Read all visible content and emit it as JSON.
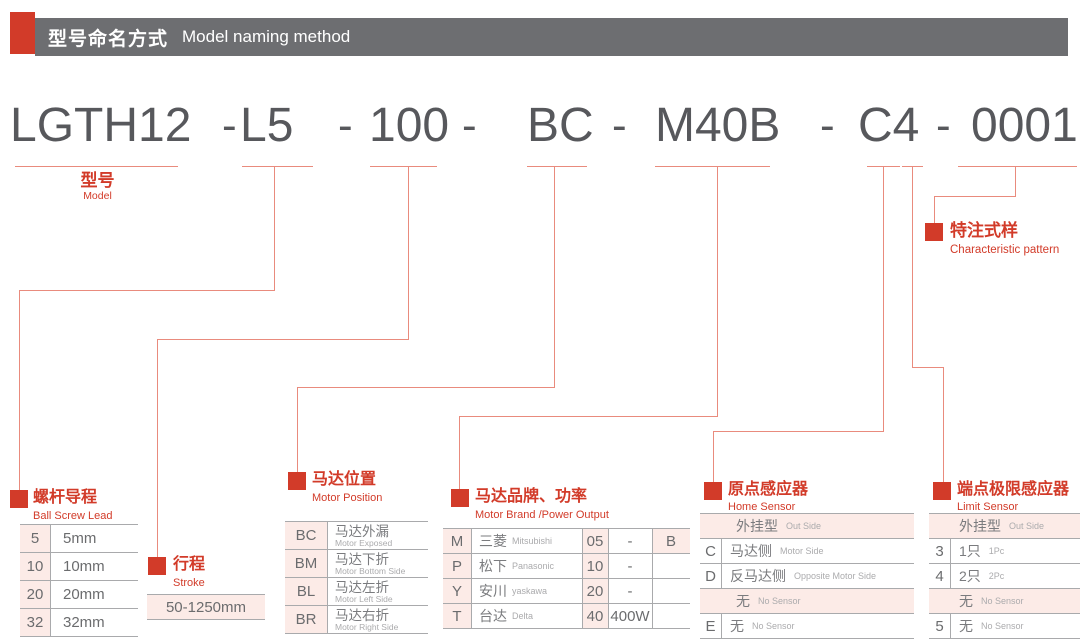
{
  "colors": {
    "brand_red": "#d23b29",
    "connector_salmon": "#e98b7d",
    "cell_pink": "#fcebe7",
    "header_bar_gray": "#6d6e71",
    "model_text_gray": "#57585c",
    "table_text_gray": "#6b6c6e",
    "small_text_gray": "#ababad",
    "table_line_gray": "#a9aaac"
  },
  "header": {
    "title_zh": "型号命名方式",
    "title_en": "Model naming method"
  },
  "model": {
    "separator": "-",
    "segments": [
      "LGTH12",
      "L5",
      "100",
      "BC",
      "M40B",
      "C4",
      "0001"
    ],
    "label_zh": "型号",
    "label_en": "Model"
  },
  "characteristic": {
    "label_zh": "特注式样",
    "label_en": "Characteristic pattern"
  },
  "ball_screw_lead": {
    "label_zh": "螺杆导程",
    "label_en": "Ball Screw Lead",
    "rows": [
      {
        "code": "5",
        "value": "5mm"
      },
      {
        "code": "10",
        "value": "10mm"
      },
      {
        "code": "20",
        "value": "20mm"
      },
      {
        "code": "32",
        "value": "32mm"
      }
    ]
  },
  "stroke": {
    "label_zh": "行程",
    "label_en": "Stroke",
    "value": "50-1250mm"
  },
  "motor_position": {
    "label_zh": "马达位置",
    "label_en": "Motor Position",
    "rows": [
      {
        "code": "BC",
        "zh": "马达外漏",
        "en": "Motor Exposed"
      },
      {
        "code": "BM",
        "zh": "马达下折",
        "en": "Motor Bottom Side"
      },
      {
        "code": "BL",
        "zh": "马达左折",
        "en": "Motor Left Side"
      },
      {
        "code": "BR",
        "zh": "马达右折",
        "en": "Motor Right Side"
      }
    ]
  },
  "motor_brand": {
    "label_zh": "马达品牌、功率",
    "label_en": "Motor Brand /Power Output",
    "rows": [
      {
        "code": "M",
        "brand_zh": "三菱",
        "brand_en": "Mitsubishi",
        "power_code": "05",
        "power": "-",
        "suffix": "B"
      },
      {
        "code": "P",
        "brand_zh": "松下",
        "brand_en": "Panasonic",
        "power_code": "10",
        "power": "-",
        "suffix": ""
      },
      {
        "code": "Y",
        "brand_zh": "安川",
        "brand_en": "yaskawa",
        "power_code": "20",
        "power": "-",
        "suffix": ""
      },
      {
        "code": "T",
        "brand_zh": "台达",
        "brand_en": "Delta",
        "power_code": "40",
        "power": "400W",
        "suffix": ""
      }
    ]
  },
  "home_sensor": {
    "label_zh": "原点感应器",
    "label_en": "Home Sensor",
    "rows": [
      {
        "type": "group",
        "code": "",
        "zh": "外挂型",
        "en": "Out Side"
      },
      {
        "type": "item",
        "code": "C",
        "zh": "马达侧",
        "en": "Motor Side"
      },
      {
        "type": "item",
        "code": "D",
        "zh": "反马达侧",
        "en": "Opposite Motor Side"
      },
      {
        "type": "group",
        "code": "",
        "zh": "无",
        "en": "No Sensor"
      },
      {
        "type": "item",
        "code": "E",
        "zh": "无",
        "en": "No Sensor"
      }
    ]
  },
  "limit_sensor": {
    "label_zh": "端点极限感应器",
    "label_en": "Limit Sensor",
    "rows": [
      {
        "type": "group",
        "code": "",
        "zh": "外挂型",
        "en": "Out Side"
      },
      {
        "type": "item",
        "code": "3",
        "zh": "1只",
        "en": "1Pc"
      },
      {
        "type": "item",
        "code": "4",
        "zh": "2只",
        "en": "2Pc"
      },
      {
        "type": "group",
        "code": "",
        "zh": "无",
        "en": "No Sensor"
      },
      {
        "type": "item",
        "code": "5",
        "zh": "无",
        "en": "No Sensor"
      }
    ]
  }
}
